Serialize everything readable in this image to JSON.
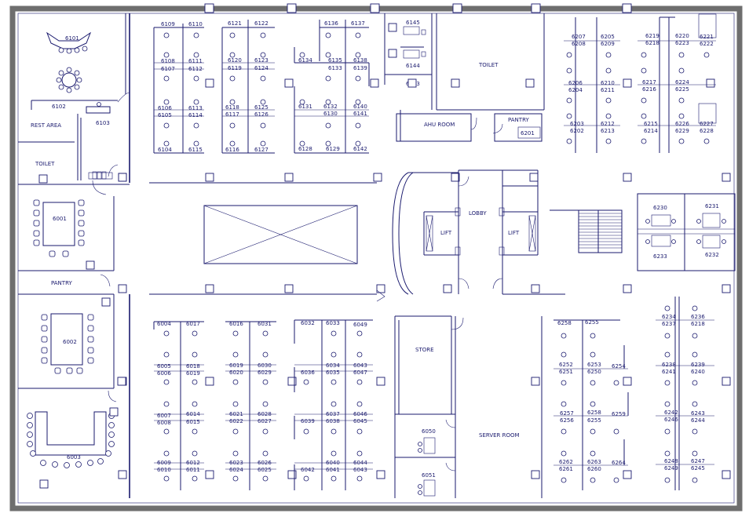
{
  "rooms": {
    "r6101": "6101",
    "r6102": "6102",
    "r6103": "6103",
    "rest_area": "REST AREA",
    "toilet_left": "TOILET",
    "r6001": "6001",
    "pantry_left": "PANTRY",
    "r6002": "6002",
    "r6003": "6003",
    "toilet_top": "TOILET",
    "ahu_room": "AHU ROOM",
    "pantry_right": "PANTRY",
    "r6201": "6201",
    "lobby": "LOBBY",
    "lift_left": "LIFT",
    "lift_right": "LIFT",
    "store": "STORE",
    "server_room": "SERVER ROOM",
    "r6050": "6050",
    "r6051": "6051",
    "r6230": "6230",
    "r6231": "6231",
    "r6233": "6233",
    "r6232": "6232",
    "r6145": "6145",
    "r6144": "6144",
    "r6143": "6143"
  },
  "ws": {
    "a": [
      "6109",
      "6110",
      "6108",
      "6111",
      "6107",
      "6112",
      "6106",
      "6113",
      "6105",
      "6114",
      "6104",
      "6115"
    ],
    "b": [
      "6121",
      "6122",
      "6120",
      "6123",
      "6119",
      "6124",
      "6118",
      "6125",
      "6117",
      "6126",
      "6116",
      "6127"
    ],
    "c": [
      "6136",
      "6137",
      "6134",
      "6135",
      "6138",
      "6133",
      "6139",
      "6131",
      "6132",
      "6140",
      "6130",
      "6141",
      "6128",
      "6129",
      "6142"
    ],
    "d": [
      "6207",
      "6205",
      "6208",
      "6209",
      "6206",
      "6210",
      "6204",
      "6211",
      "6203",
      "6212",
      "6202",
      "6213"
    ],
    "e": [
      "6219",
      "6220",
      "6221",
      "6218",
      "6223",
      "6222",
      "6217",
      "6224",
      "6216",
      "6225",
      "6215",
      "6226",
      "6227",
      "6214",
      "6229",
      "6228"
    ],
    "f": [
      "6004",
      "6017",
      "6005",
      "6018",
      "6006",
      "6019",
      "6007",
      "6014",
      "6008",
      "6015",
      "6009",
      "6012",
      "6010",
      "6011"
    ],
    "g": [
      "6016",
      "6031",
      "6019",
      "6030",
      "6020",
      "6029",
      "6021",
      "6028",
      "6022",
      "6027",
      "6023",
      "6026",
      "6024",
      "6025"
    ],
    "h": [
      "6032",
      "6033",
      "6049",
      "6034",
      "6043",
      "6035",
      "6036",
      "6047",
      "6037",
      "6046",
      "6038",
      "6039",
      "6045",
      "6040",
      "6044",
      "6041",
      "6042",
      "6043"
    ],
    "i": [
      "6258",
      "6255",
      "6252",
      "6253",
      "6254",
      "6251",
      "6250",
      "6257",
      "6258",
      "6259",
      "6256",
      "6255",
      "6262",
      "6263",
      "6264",
      "6261",
      "6260"
    ],
    "j": [
      "6234",
      "6236",
      "6237",
      "6218",
      "6238",
      "6239",
      "6241",
      "6240",
      "6242",
      "6243",
      "6246",
      "6244",
      "6248",
      "6247",
      "6249",
      "6245"
    ]
  }
}
